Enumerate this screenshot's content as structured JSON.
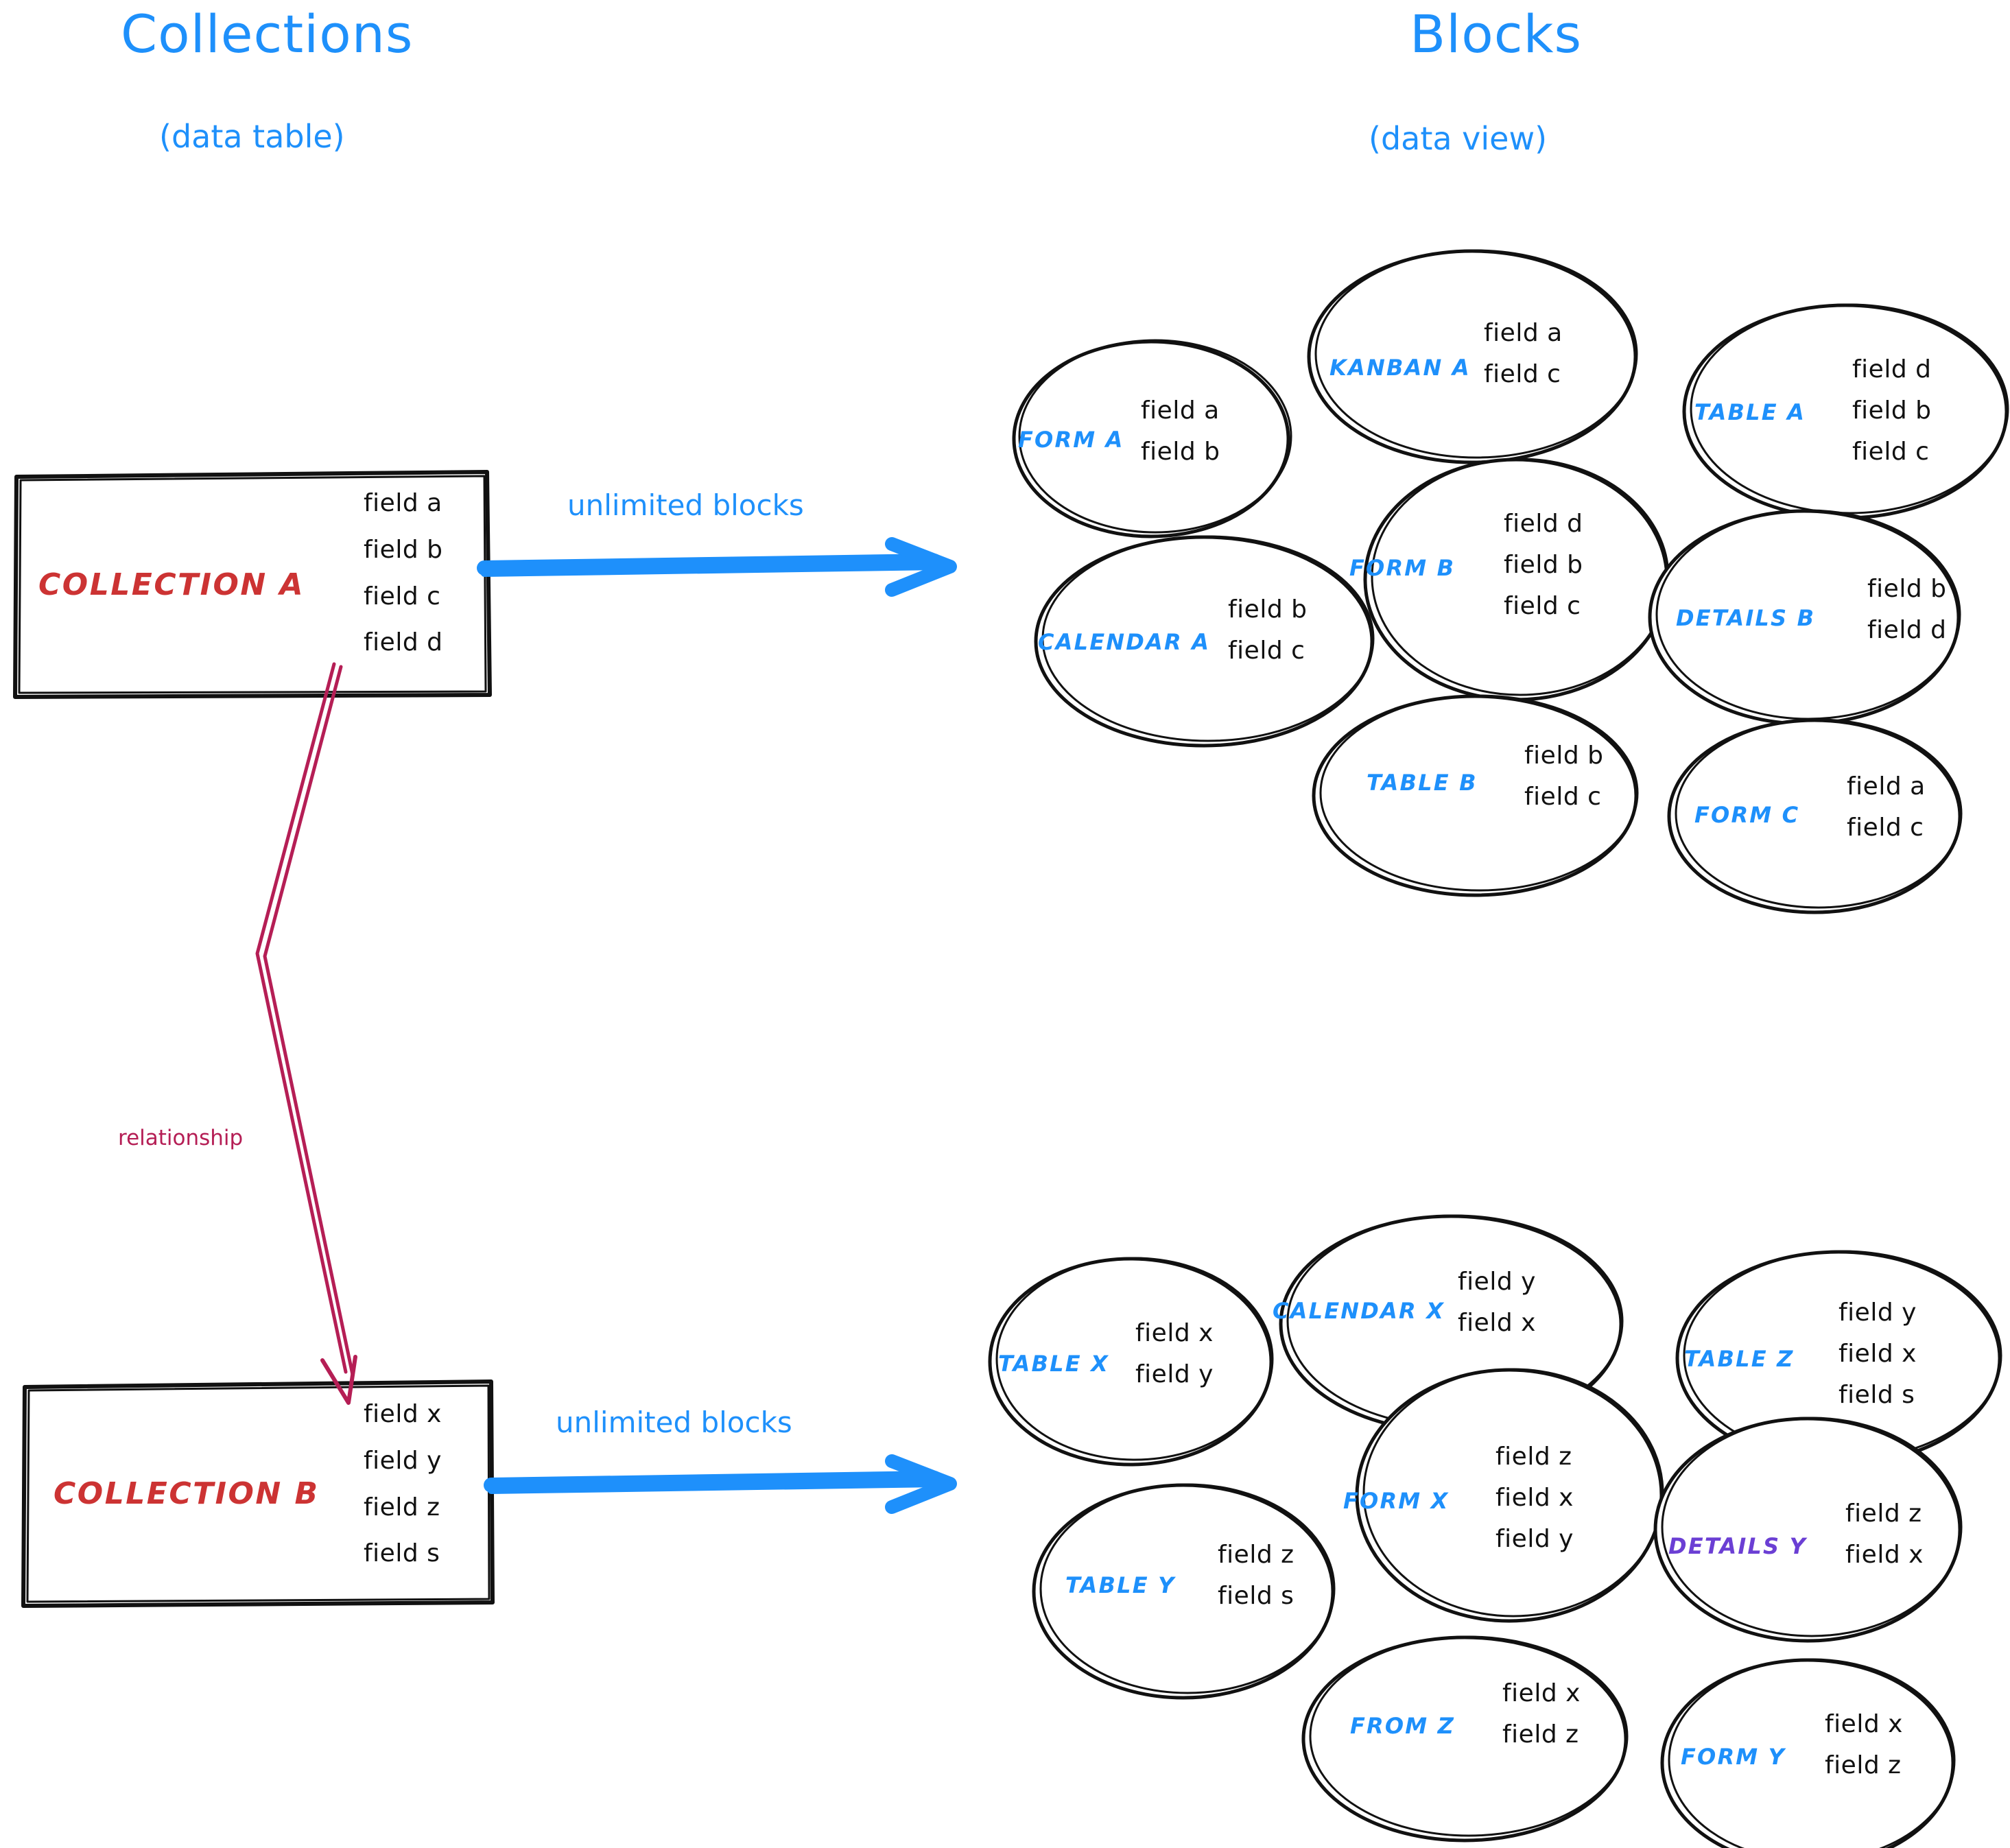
{
  "headings": {
    "left_title": "Collections",
    "left_subtitle": "(data table)",
    "right_title": "Blocks",
    "right_subtitle": "(data view)"
  },
  "colors": {
    "blue": "#1e90fb",
    "red": "#cc3333",
    "purple": "#6b3fd4",
    "crimson": "#b51e55",
    "ink": "#111111"
  },
  "collections": [
    {
      "name": "COLLECTION A",
      "fields": [
        "field a",
        "field b",
        "field c",
        "field d"
      ],
      "arrow_label": "unlimited blocks"
    },
    {
      "name": "COLLECTION B",
      "fields": [
        "field x",
        "field y",
        "field z",
        "field s"
      ],
      "arrow_label": "unlimited blocks"
    }
  ],
  "relationship": {
    "label": "relationship"
  },
  "blocks_a": [
    {
      "label": "FORM A",
      "color": "blue",
      "fields": [
        "field a",
        "field b"
      ]
    },
    {
      "label": "KANBAN A",
      "color": "blue",
      "fields": [
        "field a",
        "field c"
      ]
    },
    {
      "label": "TABLE A",
      "color": "blue",
      "fields": [
        "field d",
        "field b",
        "field c"
      ]
    },
    {
      "label": "CALENDAR A",
      "color": "blue",
      "fields": [
        "field b",
        "field c"
      ]
    },
    {
      "label": "FORM B",
      "color": "blue",
      "fields": [
        "field d",
        "field b",
        "field c"
      ]
    },
    {
      "label": "DETAILS B",
      "color": "blue",
      "fields": [
        "field b",
        "field d"
      ]
    },
    {
      "label": "TABLE B",
      "color": "blue",
      "fields": [
        "field b",
        "field c"
      ]
    },
    {
      "label": "FORM C",
      "color": "blue",
      "fields": [
        "field a",
        "field c"
      ]
    }
  ],
  "blocks_b": [
    {
      "label": "TABLE X",
      "color": "blue",
      "fields": [
        "field x",
        "field y"
      ]
    },
    {
      "label": "CALENDAR X",
      "color": "blue",
      "fields": [
        "field y",
        "field x"
      ]
    },
    {
      "label": "TABLE Z",
      "color": "blue",
      "fields": [
        "field y",
        "field x",
        "field s"
      ]
    },
    {
      "label": "TABLE Y",
      "color": "blue",
      "fields": [
        "field z",
        "field s"
      ]
    },
    {
      "label": "FORM X",
      "color": "blue",
      "fields": [
        "field z",
        "field x",
        "field y"
      ]
    },
    {
      "label": "DETAILS Y",
      "color": "purple",
      "fields": [
        "field z",
        "field x"
      ]
    },
    {
      "label": "FROM Z",
      "color": "blue",
      "fields": [
        "field x",
        "field z"
      ]
    },
    {
      "label": "FORM Y",
      "color": "blue",
      "fields": [
        "field x",
        "field z"
      ]
    }
  ]
}
